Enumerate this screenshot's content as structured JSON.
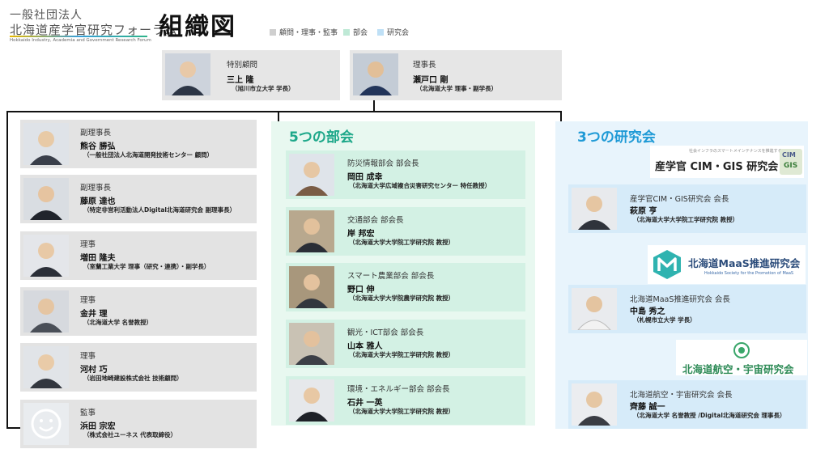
{
  "header": {
    "org_line1": "一般社団法人",
    "org_line2": "北海道産学官研究フォーラム",
    "org_line3": "Hokkaido Industry, Academia and Government Research Forum",
    "title": "組織図"
  },
  "legend": [
    {
      "label": "顧問・理事・監事",
      "color": "#cfcfcf"
    },
    {
      "label": "部会",
      "color": "#bfe9d6"
    },
    {
      "label": "研究会",
      "color": "#bfe0f6"
    }
  ],
  "top": {
    "advisor": {
      "role": "特別顧問",
      "name": "三上 隆",
      "affil": "（旭川市立大学 学長）"
    },
    "chair": {
      "role": "理事長",
      "name": "瀬戸口 剛",
      "affil": "（北海道大学 理事・副学長）"
    }
  },
  "directors": [
    {
      "role": "副理事長",
      "name": "熊谷 勝弘",
      "affil": "（一般社団法人北海道開発技術センター 顧問）"
    },
    {
      "role": "副理事長",
      "name": "藤原 達也",
      "affil": "（特定非営利活動法人Digital北海道研究会 副理事長）"
    },
    {
      "role": "理事",
      "name": "増田 隆夫",
      "affil": "（室蘭工業大学 理事（研究・連携）・副学長）"
    },
    {
      "role": "理事",
      "name": "金井 理",
      "affil": "（北海道大学 名誉教授）"
    },
    {
      "role": "理事",
      "name": "河村 巧",
      "affil": "（岩田地崎建設株式会社 技術顧問）"
    },
    {
      "role": "監事",
      "name": "浜田 宗宏",
      "affil": "（株式会社ユーネス 代表取締役）"
    }
  ],
  "bukai": {
    "title": "5つの部会",
    "items": [
      {
        "role": "防災情報部会 部会長",
        "name": "岡田 成幸",
        "affil": "（北海道大学広域複合災害研究センター 特任教授）"
      },
      {
        "role": "交通部会 部会長",
        "name": "岸 邦宏",
        "affil": "（北海道大学大学院工学研究院 教授）"
      },
      {
        "role": "スマート農業部会 部会長",
        "name": "野口 伸",
        "affil": "（北海道大学大学院農学研究院 教授）"
      },
      {
        "role": "観光・ICT部会 部会長",
        "name": "山本 雅人",
        "affil": "（北海道大学大学院工学研究院 教授）"
      },
      {
        "role": "環境・エネルギー部会 部会長",
        "name": "石井 一英",
        "affil": "（北海道大学大学院工学研究院 教授）"
      }
    ]
  },
  "kenkyukai": {
    "title": "3つの研究会",
    "logos": {
      "cim_small": "社会インフラのスマートメインテナンスを推進する",
      "cim_main": "産学官 CIM・GIS 研究会",
      "cim_badge_top": "CIM",
      "cim_badge_bottom": "GIS",
      "maas_main": "北海道MaaS推進研究会",
      "maas_sub": "Hokkaido Society for the Promotion of MaaS",
      "space_main": "北海道航空・宇宙研究会"
    },
    "items": [
      {
        "role": "産学官CIM・GIS研究会 会長",
        "name": "萩原 亨",
        "affil": "（北海道大学大学院工学研究院 教授）"
      },
      {
        "role": "北海道MaaS推進研究会 会長",
        "name": "中島 秀之",
        "affil": "（札幌市立大学 学長）"
      },
      {
        "role": "北海道航空・宇宙研究会 会長",
        "name": "齊藤 誠一",
        "affil": "（北海道大学 名誉教授 /Digital北海道研究会 理事長）"
      }
    ]
  },
  "colors": {
    "gray_card": "#e3e3e3",
    "green_card": "#d3f1e4",
    "blue_card": "#d6ebf9",
    "bukai_title": "#1ea88a",
    "kenkyukai_title": "#1f9ad6"
  }
}
